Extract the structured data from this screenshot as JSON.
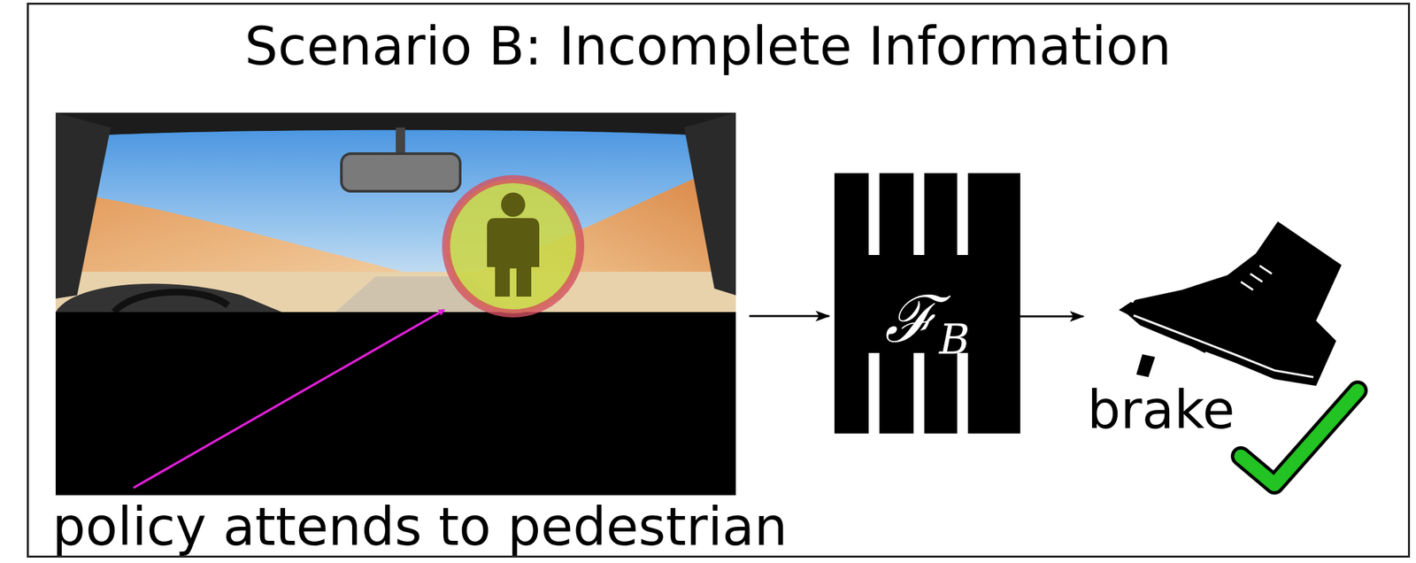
{
  "diagram": {
    "title": "Scenario B: Incomplete Information",
    "nodes": [
      {
        "text": [
          "ℱ",
          "B"
        ]
      },
      {
        "text": [
          "brake"
        ]
      }
    ],
    "edges": [
      {
        "from": 0,
        "to": 1,
        "arrow": "to"
      }
    ],
    "labels": [
      "policy attends to pedestrian"
    ]
  }
}
